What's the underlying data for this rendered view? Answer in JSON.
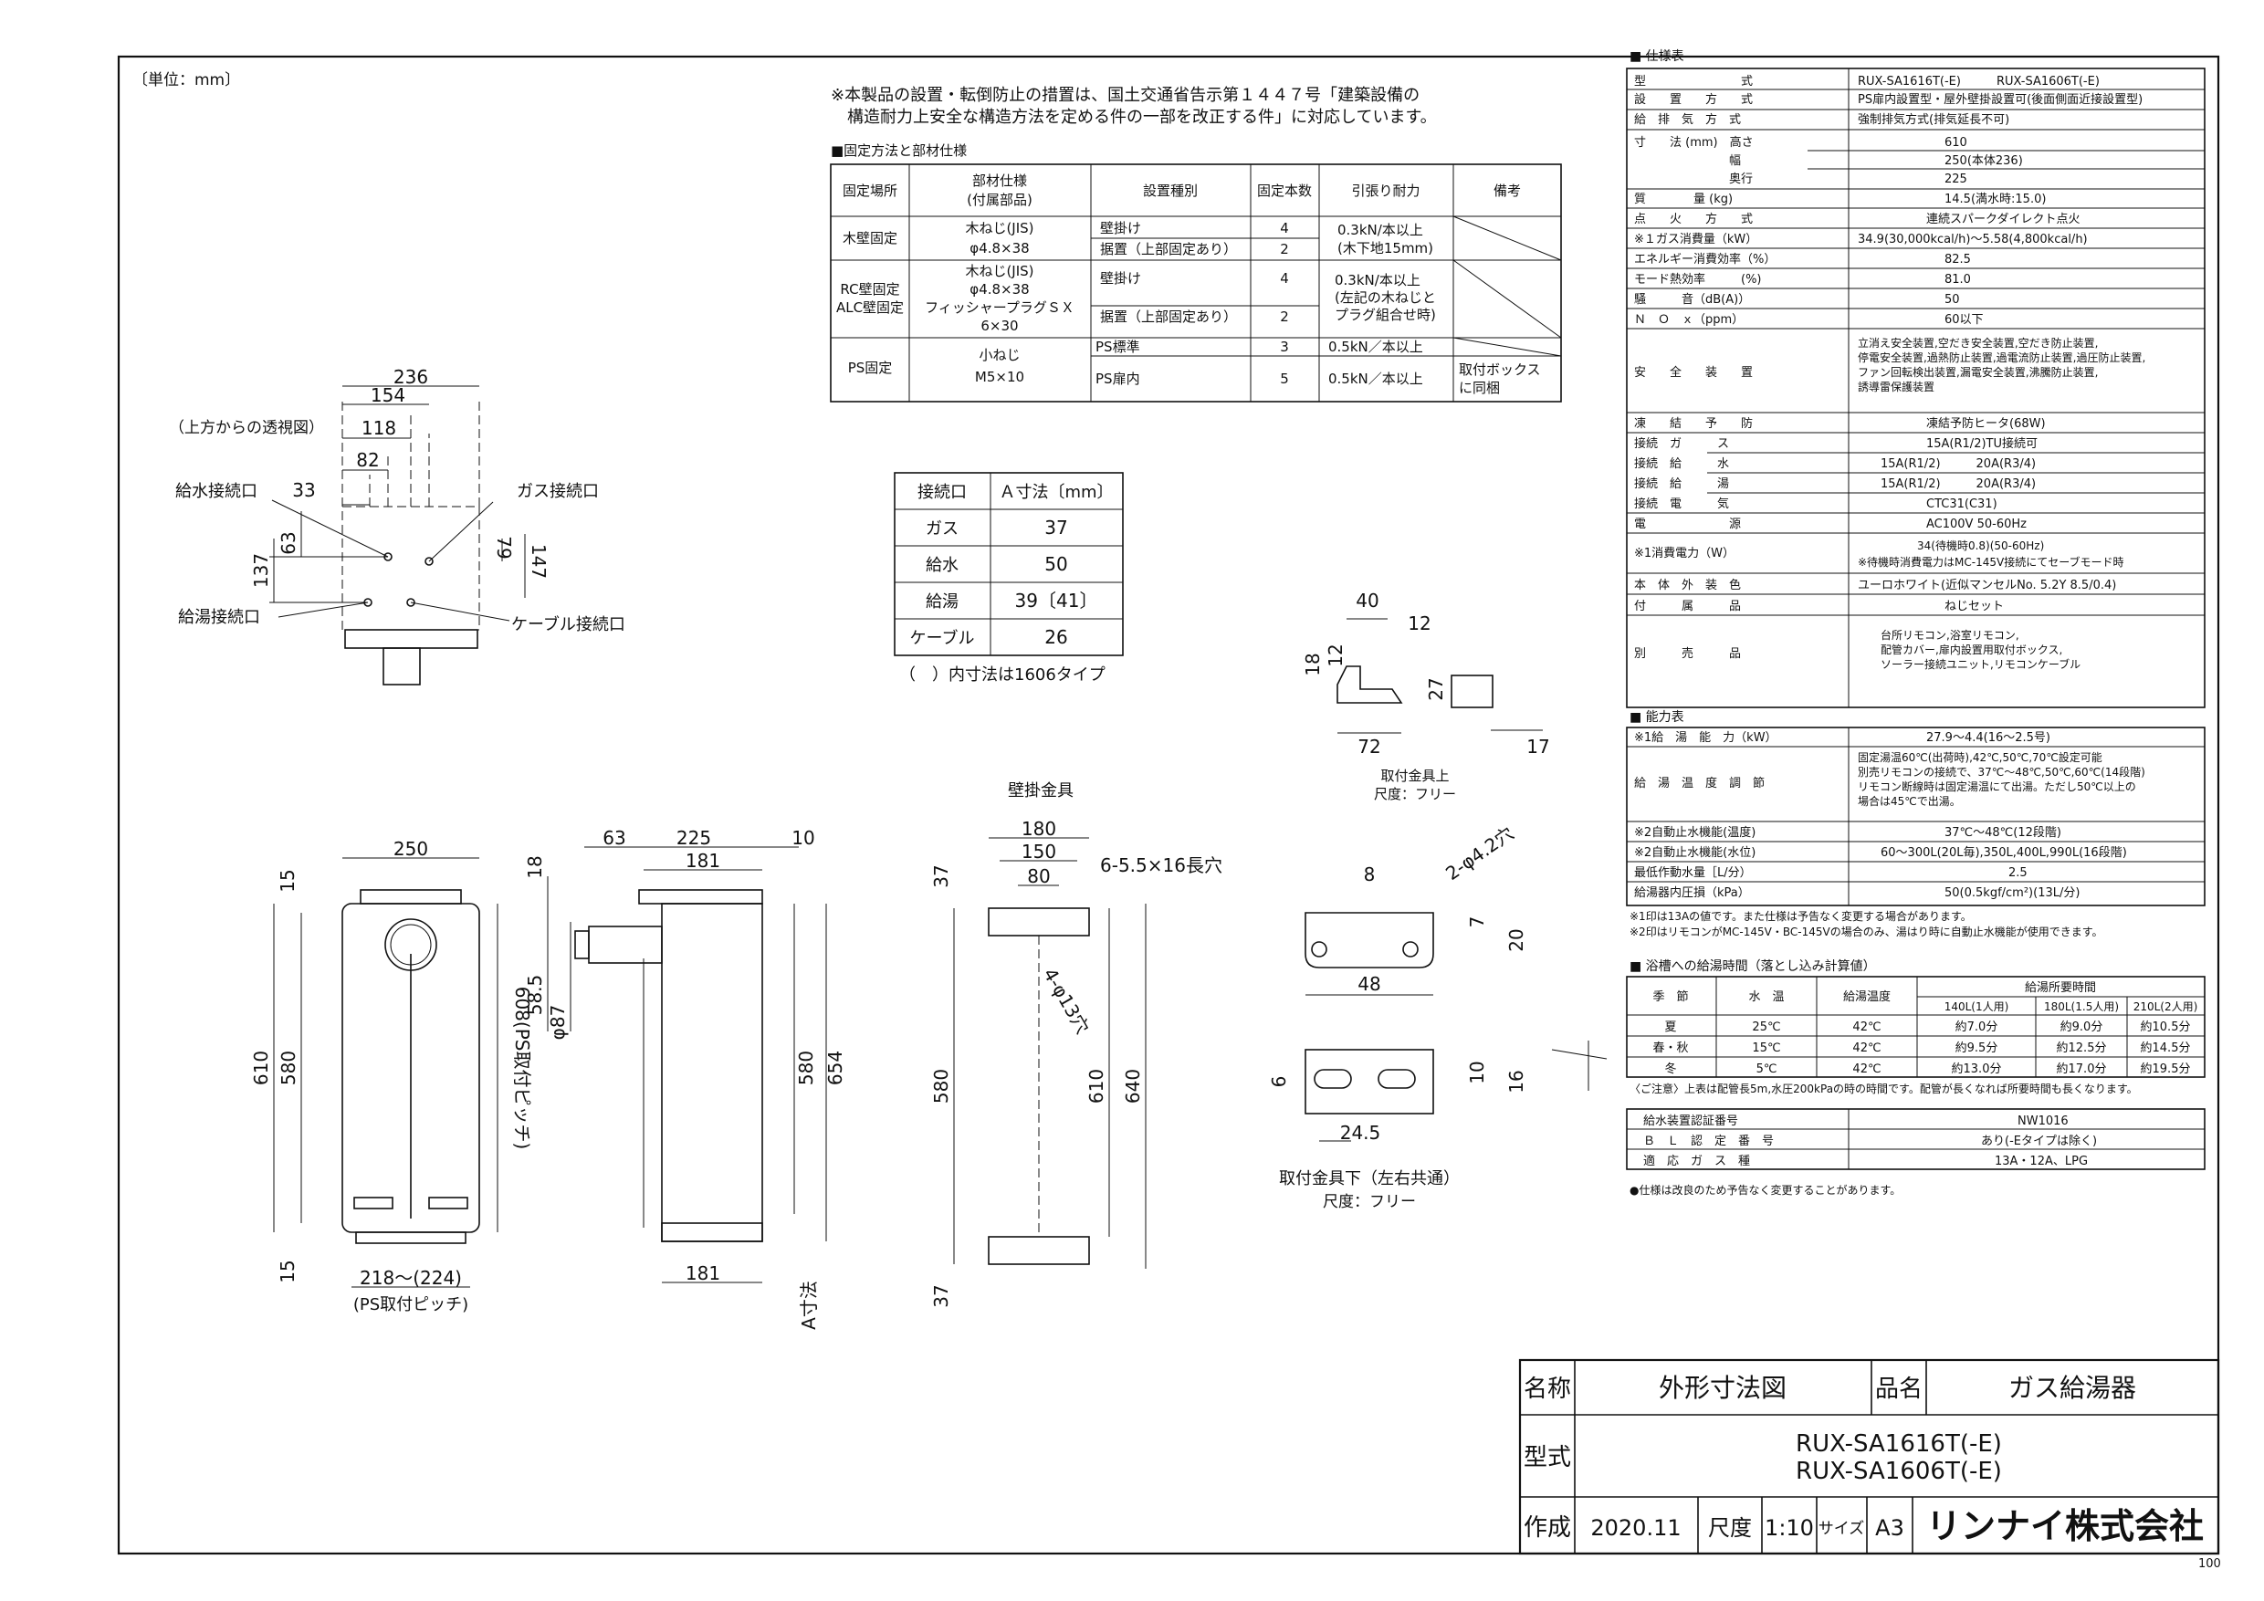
{
  "unit_note": "〔単位：mm〕",
  "install_note": [
    "※本製品の設置・転倒防止の措置は、国土交通省告示第１４４７号「建築設備の",
    "構造耐力上安全な構造方法を定める件の一部を改正する件」に対応しています。"
  ],
  "fixing_title": "■固定方法と部材仕様",
  "fixing_table": {
    "headers": [
      "固定場所",
      "部材仕様\n(付属部品)",
      "設置種別",
      "固定本数",
      "引張り耐力",
      "備考"
    ],
    "rows": [
      [
        "木壁固定",
        "木ねじ(JIS)\nφ4.8×38",
        "壁掛け",
        "4",
        "0.3kN/本以上\n(木下地15mm)",
        ""
      ],
      [
        "",
        "",
        "据置（上部固定あり）",
        "2",
        "",
        ""
      ],
      [
        "RC壁固定\nALC壁固定",
        "木ねじ(JIS)\nφ4.8×38\nフィッシャープラグＳＸ\n6×30",
        "壁掛け",
        "4",
        "0.3kN/本以上\n(左記の木ねじと\nプラグ組合せ時)",
        ""
      ],
      [
        "",
        "",
        "据置（上部固定あり）",
        "2",
        "",
        ""
      ],
      [
        "PS固定",
        "小ねじ\nM5×10",
        "PS標準",
        "3",
        "0.5kN／本以上",
        ""
      ],
      [
        "",
        "",
        "PS扉内",
        "5",
        "0.5kN／本以上",
        "取付ボックス\nに同梱"
      ]
    ]
  },
  "a_table": {
    "headers": [
      "接続口",
      "Ａ寸法〔mm〕"
    ],
    "rows": [
      [
        "ガス",
        "37"
      ],
      [
        "給水",
        "50"
      ],
      [
        "給湯",
        "39〔41〕"
      ],
      [
        "ケーブル",
        "26"
      ]
    ],
    "note": "（　）内寸法は1606タイプ"
  },
  "top_view": {
    "title": "（上方からの透視図）",
    "labels": {
      "water_in": "給水接続口",
      "gas": "ガス接続口",
      "hot_out": "給湯接続口",
      "cable": "ケーブル接続口"
    },
    "dims": [
      "236",
      "154",
      "118",
      "82",
      "33",
      "63",
      "137",
      "79",
      "147"
    ]
  },
  "front_view": {
    "dims": [
      "250",
      "15",
      "610",
      "580",
      "608(PS取付ピッチ)",
      "15",
      "218～(224)"
    ],
    "pitch_label": "(PS取付ピッチ)"
  },
  "side_view": {
    "dims": [
      "63",
      "225",
      "10",
      "181",
      "18",
      "58.5",
      "φ87",
      "580",
      "654",
      "181",
      "A寸法"
    ]
  },
  "wall_bracket": {
    "title": "壁掛金具",
    "dims": [
      "180",
      "150",
      "80",
      "6-5.5×16長穴",
      "37",
      "4-φ13穴",
      "580",
      "610",
      "640",
      "37"
    ]
  },
  "upper_fitting": {
    "title": "取付金具上",
    "scale": "尺度：フリー",
    "dims": [
      "40",
      "12",
      "18",
      "12",
      "27",
      "72",
      "17"
    ]
  },
  "lower_fitting": {
    "title": "取付金具下（左右共通）",
    "scale": "尺度：フリー",
    "dims": [
      "8",
      "2-φ4.2穴",
      "7",
      "20",
      "48",
      "6",
      "10",
      "16",
      "24.5"
    ]
  },
  "spec": {
    "title": "■ 仕様表",
    "rows": [
      [
        "型　　　　　　　　式",
        "RUX-SA1616T(-E)　　　RUX-SA1606T(-E)"
      ],
      [
        "設　　置　　方　　式",
        "PS扉内設置型・屋外壁掛設置可(後面側面近接設置型)"
      ],
      [
        "給　排　気　方　式",
        "強制排気方式(排気延長不可)"
      ],
      [
        "寸　　法 (mm)　高さ",
        "610"
      ],
      [
        "　　　　　　　　幅",
        "250(本体236)"
      ],
      [
        "　　　　　　　　奥行",
        "225"
      ],
      [
        "質　　　　量 (kg)",
        "14.5(満水時:15.0)"
      ],
      [
        "点　　火　　方　　式",
        "連続スパークダイレクト点火"
      ],
      [
        "※１ガス消費量（kW）",
        "34.9(30,000kcal/h)～5.58(4,800kcal/h)"
      ],
      [
        "エネルギー消費効率（%）",
        "82.5"
      ],
      [
        "モード熱効率　　　(%)",
        "81.0"
      ],
      [
        "騒　　　音（dB(A)）",
        "50"
      ],
      [
        "Ｎ　Ｏ　ｘ（ppm）",
        "60以下"
      ],
      [
        "安　　全　　装　　置",
        "立消え安全装置,空だき安全装置,空だき防止装置,\n停電安全装置,過熱防止装置,過電流防止装置,過圧防止装置,\nファン回転検出装置,漏電安全装置,沸騰防止装置,\n誘導雷保護装置"
      ],
      [
        "凍　　結　　予　　防",
        "凍結予防ヒータ(68W)"
      ],
      [
        "接続　ガ　　　ス",
        "15A(R1/2)TU接続可"
      ],
      [
        "接続　給　　　水",
        "15A(R1/2)　　　20A(R3/4)"
      ],
      [
        "接続　給　　　湯",
        "15A(R1/2)　　　20A(R3/4)"
      ],
      [
        "接続　電　　　気",
        "CTC31(C31)"
      ],
      [
        "電　　　　　　　源",
        "AC100V 50-60Hz"
      ],
      [
        "※1消費電力（W）",
        "34(待機時0.8)(50-60Hz)\n※待機時消費電力はMC-145V接続にてセーブモード時"
      ],
      [
        "本　体　外　装　色",
        "ユーロホワイト(近似マンセルNo. 5.2Y 8.5/0.4)"
      ],
      [
        "付　　　属　　　品",
        "ねじセット"
      ],
      [
        "別　　　売　　　品",
        "台所リモコン,浴室リモコン,\n配管カバー,扉内設置用取付ボックス,\nソーラー接続ユニット,リモコンケーブル"
      ]
    ]
  },
  "capability": {
    "title": "■ 能力表",
    "rows": [
      [
        "※1給　湯　能　力（kW）",
        "27.9～4.4(16～2.5号)"
      ],
      [
        "給　湯　温　度　調　節",
        "固定湯温60℃(出荷時),42℃,50℃,70℃設定可能\n別売リモコンの接続で、37℃～48℃,50℃,60℃(14段階)\nリモコン断線時は固定湯温にて出湯。ただし50℃以上の\n場合は45℃で出湯。"
      ],
      [
        "※2自動止水機能(温度)",
        "37℃～48℃(12段階)"
      ],
      [
        "※2自動止水機能(水位)",
        "60～300L(20L毎),350L,400L,990L(16段階)"
      ],
      [
        "最低作動水量［L/分）",
        "2.5"
      ],
      [
        "給湯器内圧損（kPa）",
        "50(0.5kgf/cm²)(13L/分)"
      ]
    ],
    "notes": [
      "※1印は13Aの値です。また仕様は予告なく変更する場合があります。",
      "※2印はリモコンがMC-145V・BC-145Vの場合のみ、湯はり時に自動止水機能が使用できます。"
    ]
  },
  "bath": {
    "title": "■ 浴槽への給湯時間（落とし込み計算値）",
    "headers": [
      "季　節",
      "水　温",
      "給湯温度",
      "給湯所要時間"
    ],
    "sub_headers": [
      "140L(1人用)",
      "180L(1.5人用)",
      "210L(2人用)"
    ],
    "rows": [
      [
        "夏",
        "25℃",
        "42℃",
        "約7.0分",
        "約9.0分",
        "約10.5分"
      ],
      [
        "春・秋",
        "15℃",
        "42℃",
        "約9.5分",
        "約12.5分",
        "約14.5分"
      ],
      [
        "冬",
        "5℃",
        "42℃",
        "約13.0分",
        "約17.0分",
        "約19.5分"
      ]
    ],
    "note": "〈ご注意〉上表は配管長5m,水圧200kPaの時の時間です。配管が長くなれば所要時間も長くなります。"
  },
  "cert": {
    "rows": [
      [
        "給水装置認証番号",
        "NW1016"
      ],
      [
        "Ｂ　Ｌ　認　定　番　号",
        "あり(-Eタイプは除く)"
      ],
      [
        "適　応　ガ　ス　種",
        "13A・12A、LPG"
      ]
    ],
    "note": "●仕様は改良のため予告なく変更することがあります。"
  },
  "title_block": {
    "name_label": "名称",
    "name": "外形寸法図",
    "product_label": "品名",
    "product": "ガス給湯器",
    "model_label": "型式",
    "model_1": "RUX-SA1616T(-E)",
    "model_2": "RUX-SA1606T(-E)",
    "made_label": "作成",
    "made": "2020.11",
    "scale_label": "尺度",
    "scale": "1:10",
    "size_label": "サイズ",
    "size": "A3",
    "company": "リンナイ株式会社"
  },
  "page_number": "100"
}
